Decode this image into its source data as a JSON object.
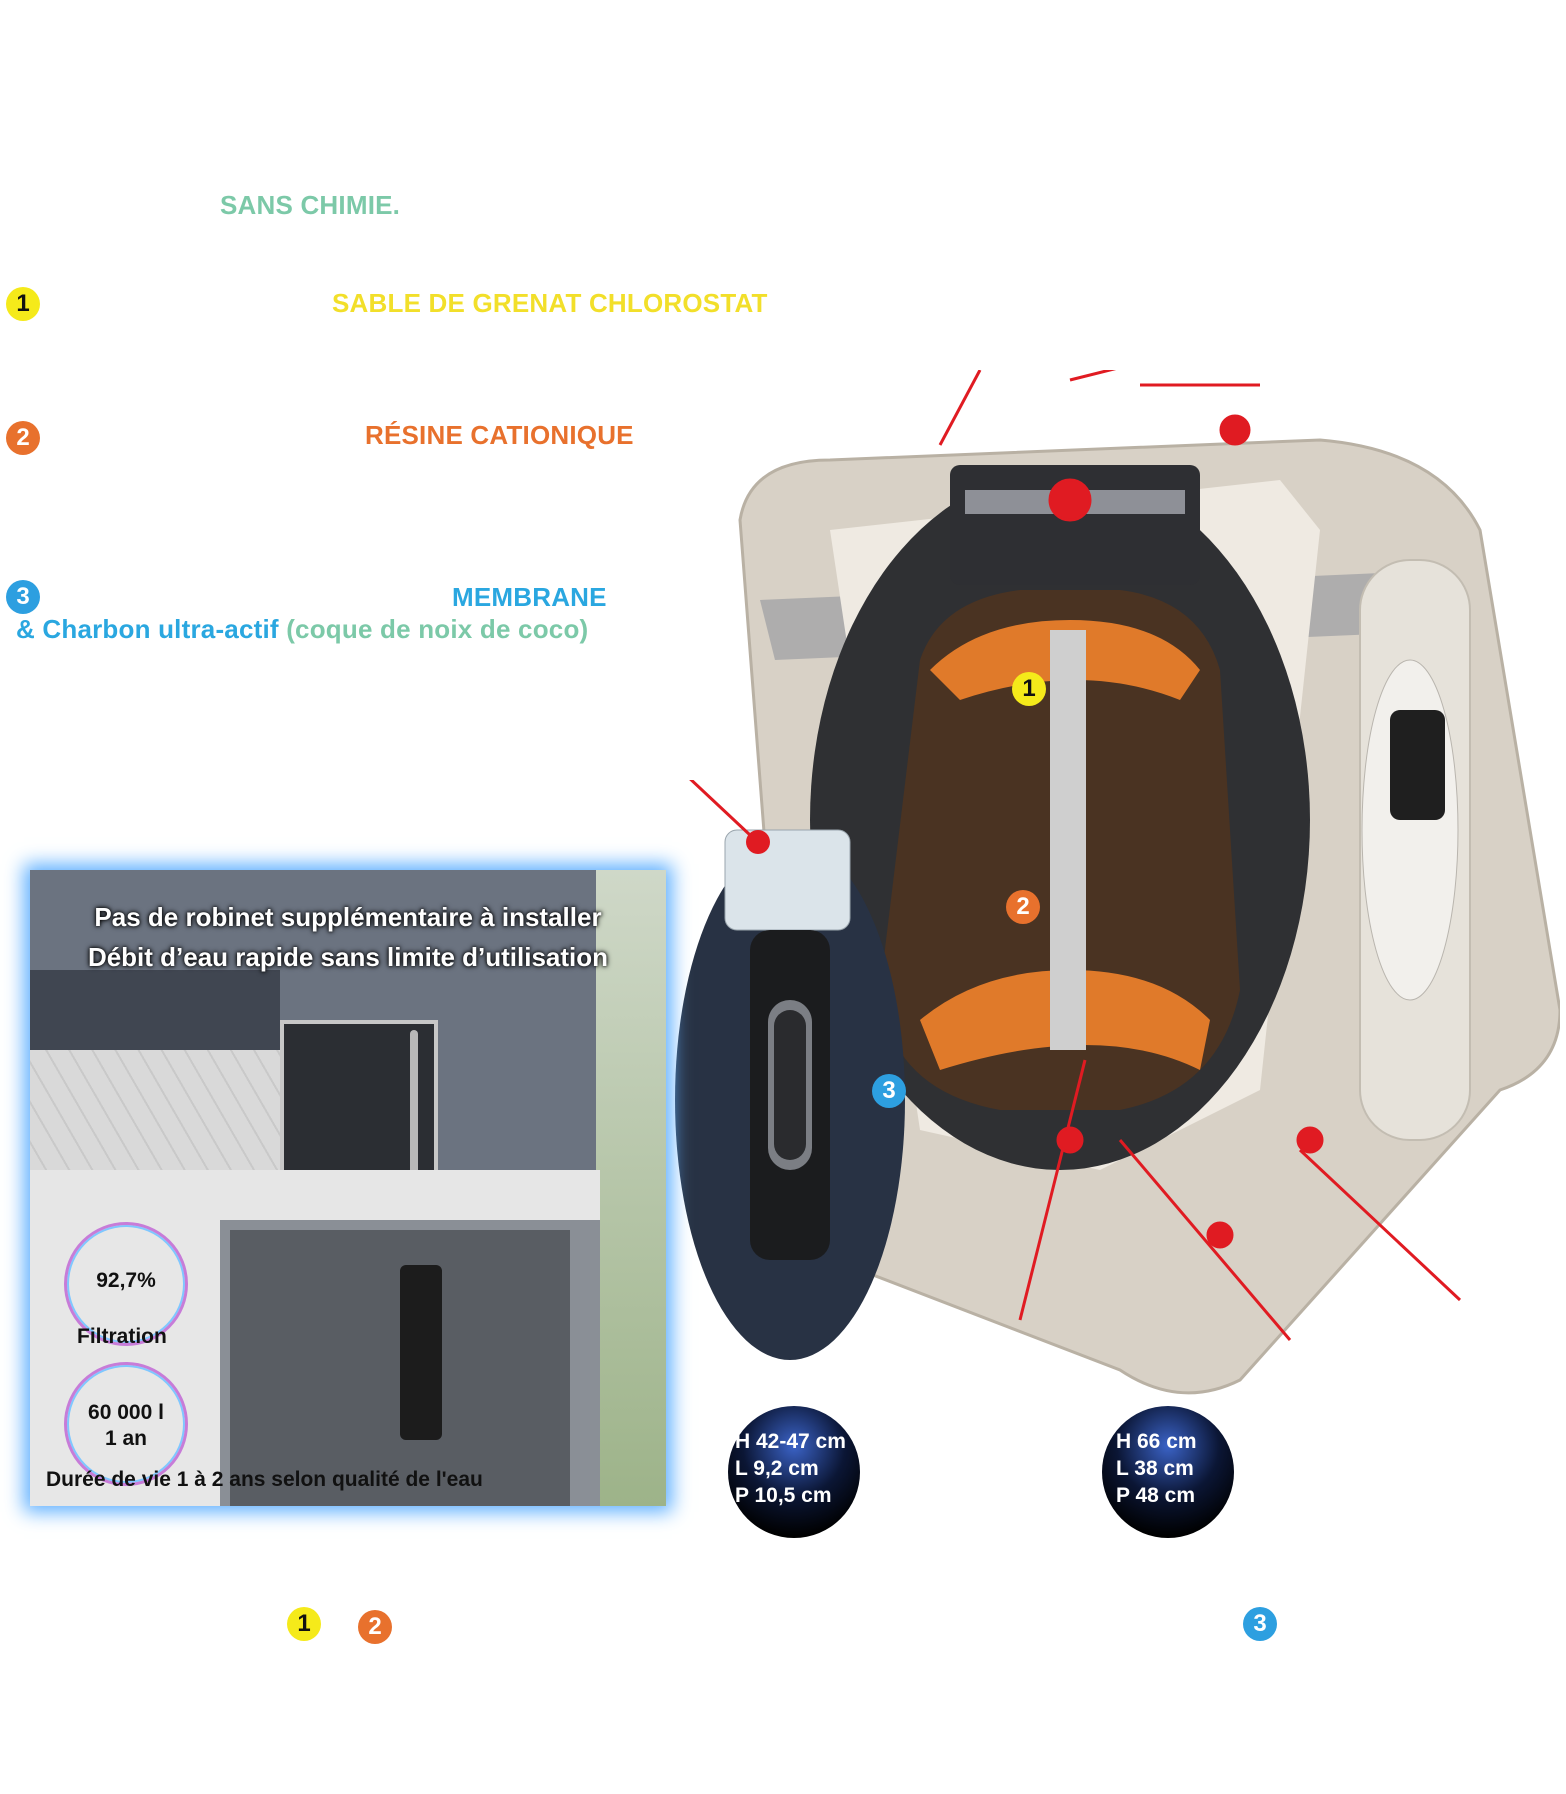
{
  "headline": "SANS CHIMIE.",
  "stages": [
    {
      "number": "1",
      "label": "SABLE DE GRENAT CHLOROSTAT",
      "color": "#f5ea1a"
    },
    {
      "number": "2",
      "label": "RÉSINE CATIONIQUE",
      "color": "#e8712d"
    },
    {
      "number": "3",
      "label": "MEMBRANE",
      "color": "#2d9fe0",
      "sub_label": "& Charbon ultra-actif",
      "sub_note": "(coque de noix de coco)"
    }
  ],
  "kitchen_panel": {
    "line1": "Pas de robinet supplémentaire à installer",
    "line2": "Débit d’eau rapide sans limite d’utilisation",
    "stat1_value": "92,7%",
    "stat1_label": "Filtration",
    "stat2_value_line1": "60 000 l",
    "stat2_value_line2": "1 an",
    "lifetime": "Durée de vie 1 à 2 ans selon qualité de l'eau"
  },
  "filter_dims": {
    "h": "H 42-47 cm",
    "l": "L 9,2 cm",
    "p": "P 10,5 cm"
  },
  "softener_dims": {
    "h": "H 66 cm",
    "l": "L 38 cm",
    "p": "P 48 cm"
  },
  "cutaway_badges": [
    "1",
    "2",
    "3"
  ],
  "bottom_badges": [
    "1",
    "2",
    "3"
  ],
  "colors": {
    "headline": "#7cc9a8",
    "callout_line": "#e01b22",
    "glow": "#5fb0ff"
  }
}
